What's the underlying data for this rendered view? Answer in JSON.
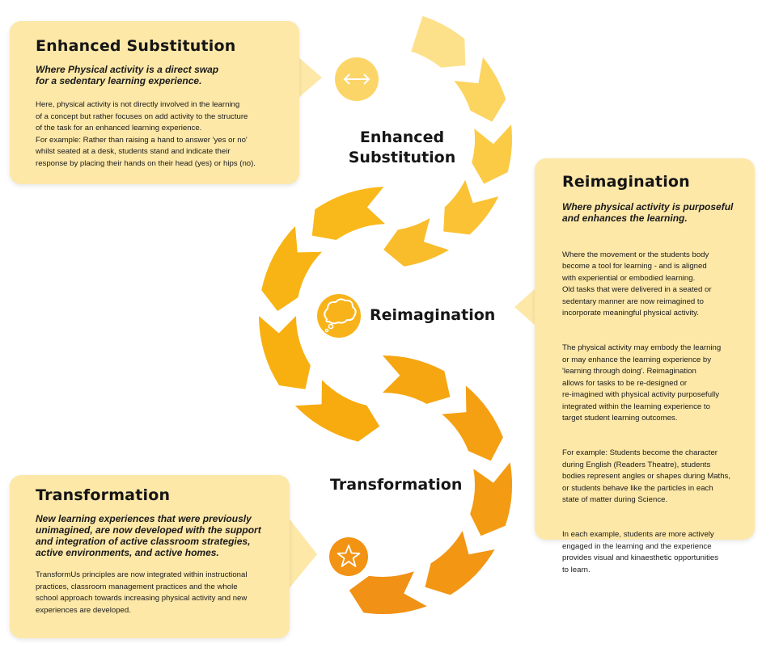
{
  "cards": {
    "enhanced_substitution": {
      "title": "Enhanced Substitution",
      "subtitle": "Where Physical activity is a direct swap\nfor a sedentary learning experience.",
      "body": "Here, physical activity is not directly involved in the learning\nof a concept but rather focuses on add activity to the structure\nof the task for an enhanced learning experience.\nFor example: Rather than raising a hand to answer 'yes or no'\nwhilst seated at a desk, students stand and indicate their\nresponse by placing their hands on their head (yes) or hips (no)."
    },
    "reimagination": {
      "title": "Reimagination",
      "subtitle": "Where physical activity is purposeful\nand enhances the learning.",
      "body_paragraphs": [
        "Where the movement or the students body\nbecome a tool for learning - and is aligned\nwith experiential or embodied learning.\nOld tasks that were delivered in a seated or\nsedentary manner are now reimagined to\nincorporate meaningful physical activity.",
        "The physical activity may embody the learning\nor may enhance the learning experience by\n'learning through doing'. Reimagination\nallows for tasks to be re-designed or\nre-imagined with physical activity purposefully\nintegrated within the learning experience to\ntarget student learning outcomes.",
        "For example: Students become the character\nduring English (Readers Theatre), students\nbodies represent angles or shapes during Maths,\nor students behave like the particles in each\nstate of matter during Science.",
        "In each example, students are more actively\nengaged in the learning and the experience\nprovides visual and kinaesthetic opportunities\nto learn."
      ]
    },
    "transformation": {
      "title": "Transformation",
      "subtitle": "New learning experiences that were previously\nunimagined, are now developed with the support\nand integration of active classroom strategies,\nactive environments, and active homes.",
      "body": "TransformUs principles are now integrated within instructional\npractices, classroom management practices and the whole\nschool approach towards increasing physical activity and new\nexperiences are developed."
    }
  },
  "stages": {
    "enhanced_substitution": "Enhanced\nSubstitution",
    "reimagination": "Reimagination",
    "transformation": "Transformation"
  },
  "icons": {
    "enhanced_substitution": "double-arrow-icon",
    "reimagination": "thought-cloud-icon",
    "transformation": "star-icon"
  },
  "colors": {
    "card_bg": "#fde8a8",
    "arrow_top": [
      "#fde08a",
      "#fcd460",
      "#fbcb45",
      "#fac234",
      "#f9bd2c"
    ],
    "arrow_middle": [
      "#f9b91a",
      "#f8b414",
      "#f8b010",
      "#f7ab0f"
    ],
    "arrow_bottom": [
      "#f6a611",
      "#f5a012",
      "#f39b13",
      "#f29614",
      "#f19115"
    ],
    "icon_top": "#fcd569",
    "icon_middle": "#f8b31a",
    "icon_bottom": "#f29313"
  }
}
